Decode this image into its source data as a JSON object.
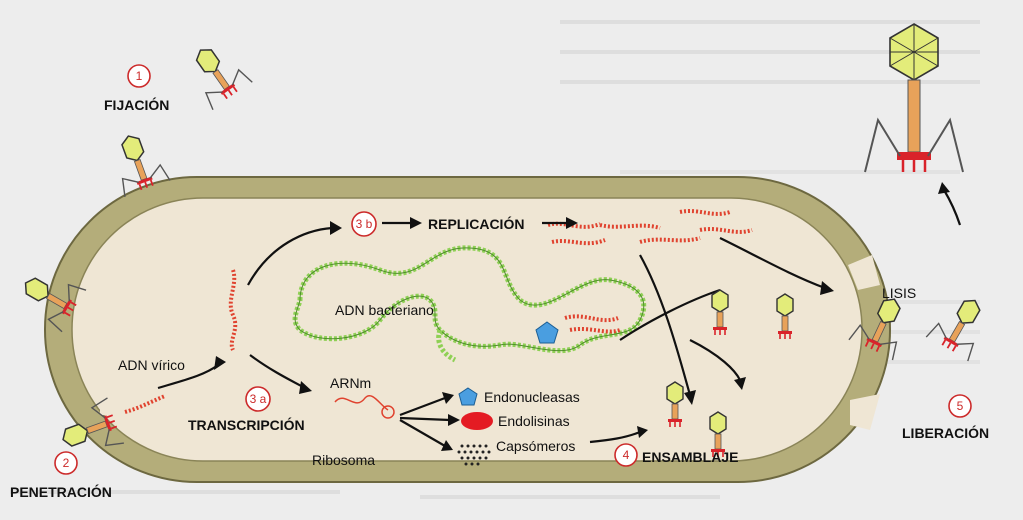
{
  "steps": [
    {
      "number": "1",
      "label": "FIJACIÓN"
    },
    {
      "number": "2",
      "label": "PENETRACIÓN"
    },
    {
      "number": "3 a",
      "label": "TRANSCRIPCIÓN"
    },
    {
      "number": "3 b",
      "label": "REPLICACIÓN"
    },
    {
      "number": "4",
      "label": "ENSAMBLAJE"
    },
    {
      "number": "5",
      "label": "LIBERACIÓN"
    }
  ],
  "labels": {
    "adn_bacteriano": "ADN bacteriano",
    "adn_virico": "ADN vírico",
    "arnm": "ARNm",
    "ribosoma": "Ribosoma",
    "lisis": "LISIS"
  },
  "proteins": [
    {
      "label": "Endonucleasas",
      "icon": "pentagon-icon",
      "color": "#4a9ee0"
    },
    {
      "label": "Endolisinas",
      "icon": "ellipse-icon",
      "color": "#e41b23"
    },
    {
      "label": "Capsómeros",
      "icon": "dots-icon",
      "color": "#222222"
    }
  ],
  "colors": {
    "cell_wall": "#b4ad7a",
    "cytoplasm": "#efe6d4",
    "phage_head": "#e3ec7a",
    "phage_tail": "#e8a25a",
    "phage_fibers": "#d9232a",
    "dna_bacterial": "#8fd055",
    "dna_viral": "#e0432f",
    "accent_red": "#cc2a2a"
  }
}
